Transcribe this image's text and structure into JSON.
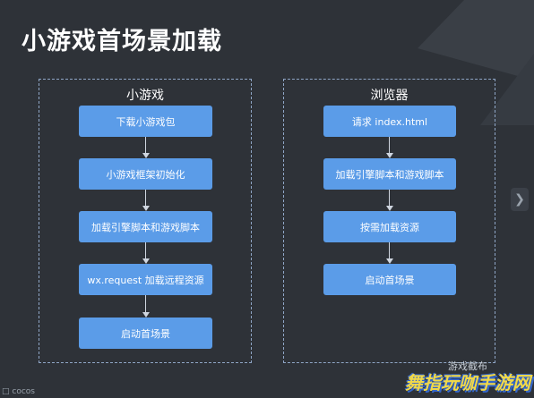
{
  "title": "小游戏首场景加载",
  "left_panel": {
    "title": "小游戏",
    "steps": [
      "下载小游戏包",
      "小游戏框架初始化",
      "加载引擎脚本和游戏脚本",
      "wx.request 加载远程资源",
      "启动首场景"
    ]
  },
  "right_panel": {
    "title": "浏览器",
    "steps": [
      "请求 index.html",
      "加载引擎脚本和游戏脚本",
      "按需加载资源",
      "启动首场景"
    ]
  },
  "watermark": {
    "corner_text": "□ cocos",
    "mid_text": "游戏截布",
    "logo_text": "舞指玩咖手游网"
  },
  "icons": {
    "next": "chevron-right-icon"
  },
  "colors": {
    "background": "#2e3238",
    "box": "#5b9ce8",
    "border": "#8fa6c6"
  }
}
